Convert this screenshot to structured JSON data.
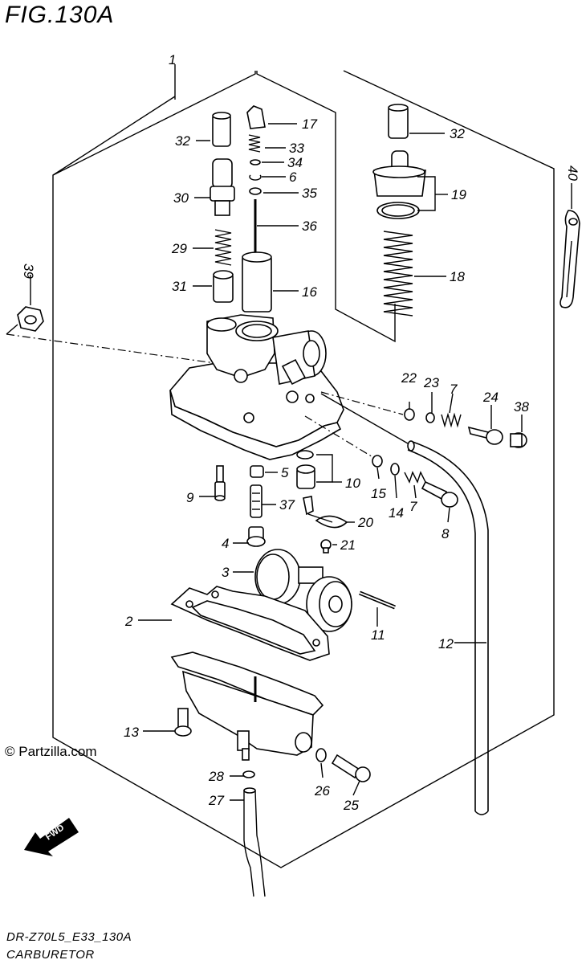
{
  "figure_title": "FIG.130A",
  "credit": "© Partzilla.com",
  "fwd_label": "FWD",
  "footer": {
    "code": "DR-Z70L5_E33_130A",
    "caption": "CARBURETOR"
  },
  "callouts": {
    "c1": "1",
    "c2": "2",
    "c3": "3",
    "c4": "4",
    "c5": "5",
    "c6": "6",
    "c7a": "7",
    "c7b": "7",
    "c8": "8",
    "c9": "9",
    "c10": "10",
    "c11": "11",
    "c12": "12",
    "c13": "13",
    "c14": "14",
    "c15": "15",
    "c16": "16",
    "c17": "17",
    "c18": "18",
    "c19": "19",
    "c20": "20",
    "c21": "21",
    "c22": "22",
    "c23": "23",
    "c24": "24",
    "c25": "25",
    "c26": "26",
    "c27": "27",
    "c28": "28",
    "c29": "29",
    "c30": "30",
    "c31": "31",
    "c32a": "32",
    "c32b": "32",
    "c33": "33",
    "c34": "34",
    "c35": "35",
    "c36": "36",
    "c37": "37",
    "c38": "38",
    "c39": "39",
    "c40": "40"
  }
}
